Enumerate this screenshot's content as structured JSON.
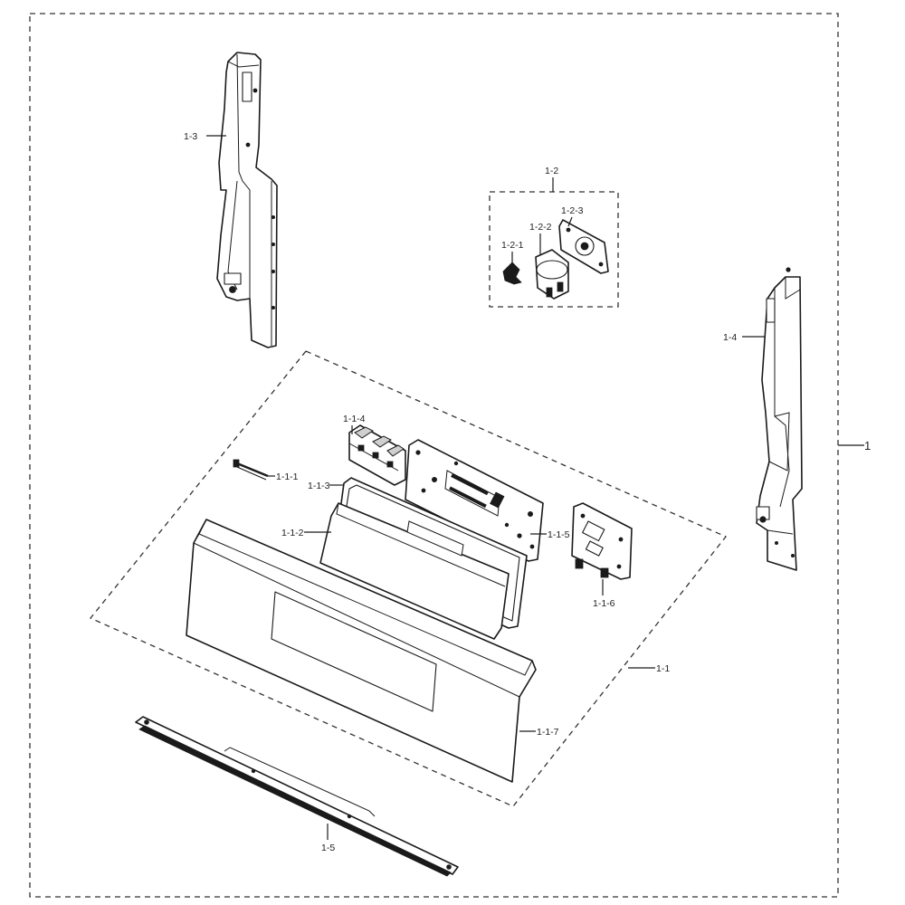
{
  "labels": {
    "assembly": "1",
    "control_panel_asm": "1-1",
    "wire_harness": "1-1-1",
    "window_panel": "1-1-2",
    "frame": "1-1-3",
    "connector_board": "1-1-4",
    "pcb_main": "1-1-5",
    "sub_bracket": "1-1-6",
    "front_panel": "1-1-7",
    "encoder_asm": "1-2",
    "knob_shaft": "1-2-1",
    "encoder": "1-2-2",
    "encoder_bracket": "1-2-3",
    "side_bracket_left": "1-3",
    "side_bracket_right": "1-4",
    "trim_bar": "1-5"
  }
}
